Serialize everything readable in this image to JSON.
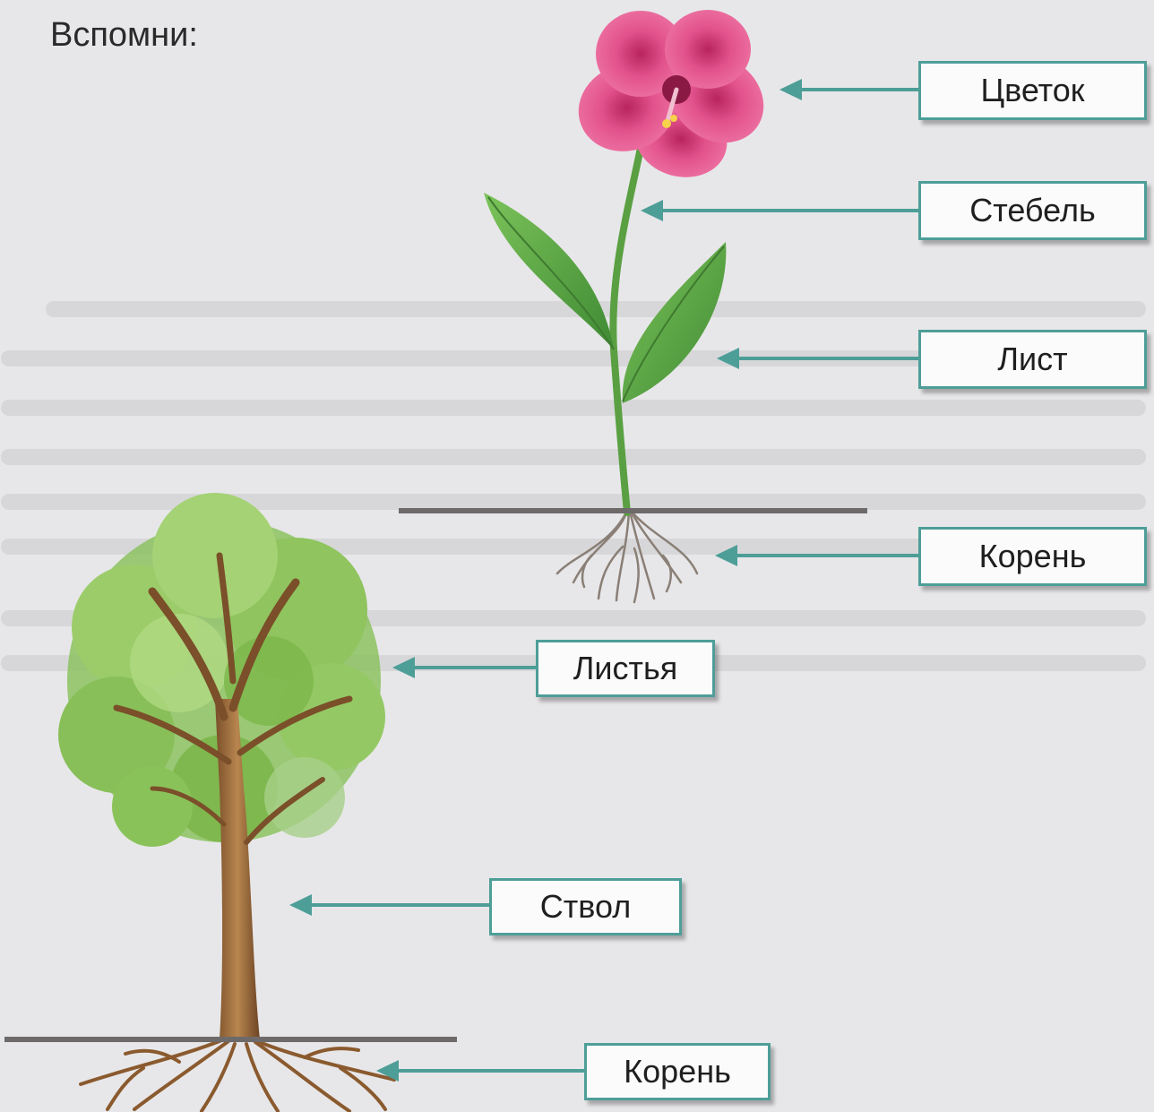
{
  "heading": "Вспомни:",
  "flower_labels": {
    "flower": "Цветок",
    "stem": "Стебель",
    "leaf": "Лист",
    "root": "Корень"
  },
  "tree_labels": {
    "leaves": "Листья",
    "trunk": "Ствол",
    "root": "Корень"
  },
  "colors": {
    "arrow": "#4e9e98",
    "label_border": "#4e9e98",
    "petal": "#e0508a",
    "leaf": "#5aa042",
    "trunk": "#9a6a3c",
    "crown": "#7cb84a",
    "ground": "#6e6a6a"
  }
}
